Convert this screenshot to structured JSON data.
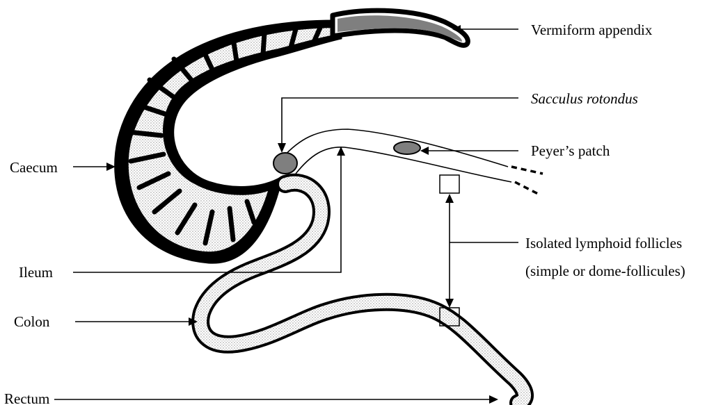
{
  "diagram": {
    "labels": {
      "appendix": "Vermiform appendix",
      "sacculus": "Sacculus rotondus",
      "peyer": "Peyer’s patch",
      "caecum": "Caecum",
      "follicles_line1": "Isolated lymphoid follicles",
      "follicles_line2": "(simple or dome-follicules)",
      "ileum": "Ileum",
      "colon": "Colon",
      "rectum": "Rectum"
    },
    "colors": {
      "outline": "#000000",
      "lymphoid_tissue": "#7f7f7f",
      "mucosa_fill": "#d9d9d9",
      "background": "#ffffff"
    }
  }
}
